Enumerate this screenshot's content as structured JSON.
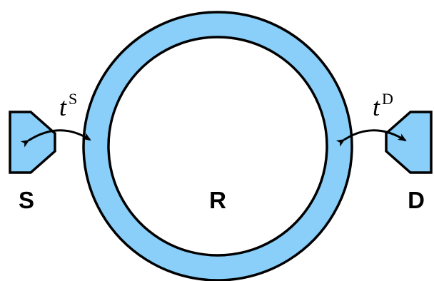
{
  "colors": {
    "fill": "#89cff9",
    "stroke": "#000000",
    "background": "#ffffff"
  },
  "labels": {
    "source": "S",
    "drain": "D",
    "ring": "R",
    "coupling_source_base": "t",
    "coupling_source_sup": "S",
    "coupling_drain_base": "t",
    "coupling_drain_sup": "D"
  }
}
